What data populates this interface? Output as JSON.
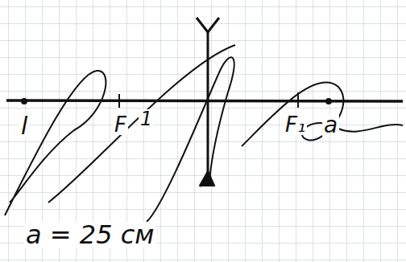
{
  "diagram": {
    "labels": [
      "l",
      "F",
      "1",
      "F₁",
      "a",
      "a = 25 см"
    ]
  }
}
